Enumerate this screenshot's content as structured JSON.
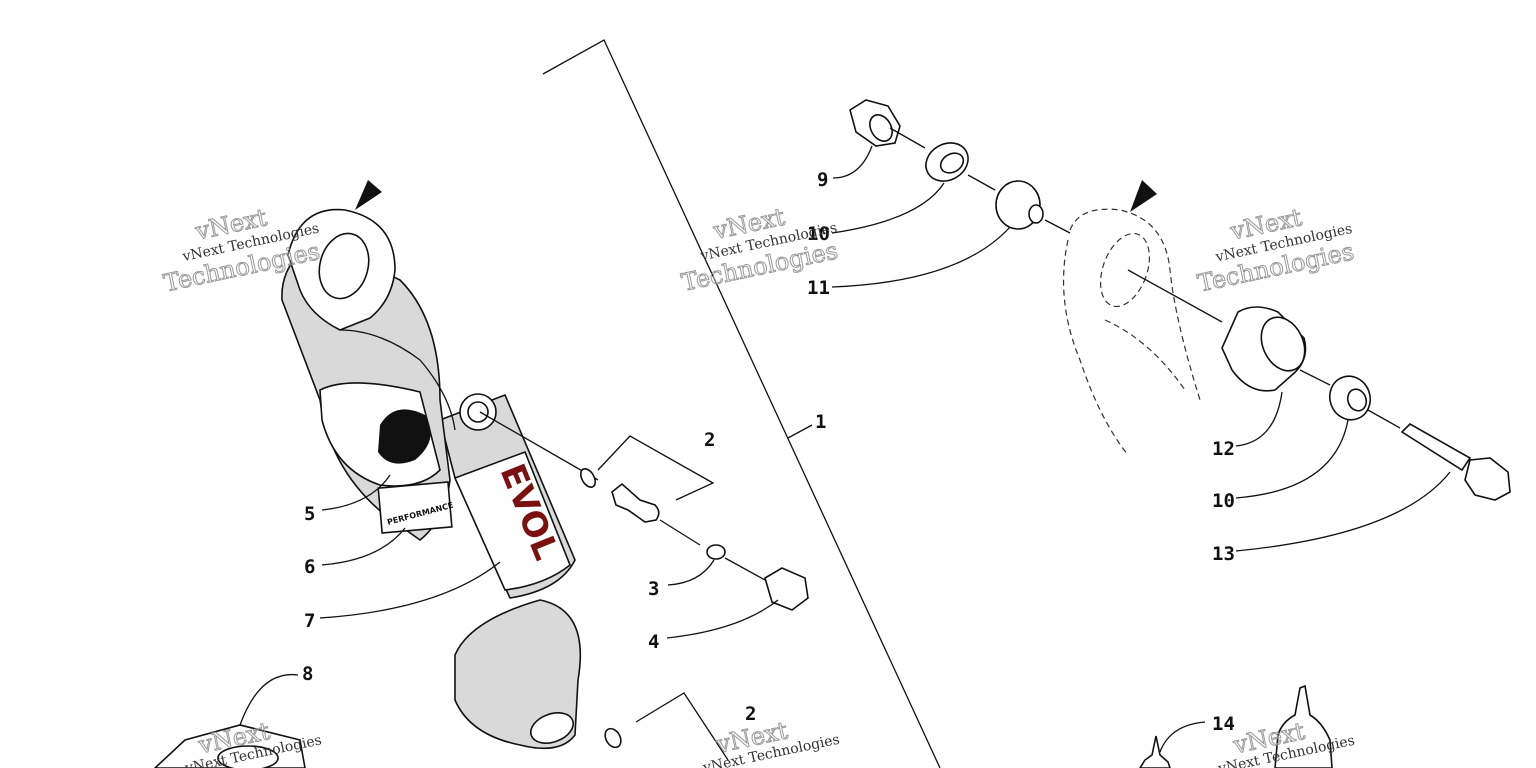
{
  "callouts": [
    {
      "id": "c1",
      "label": "1"
    },
    {
      "id": "c2a",
      "label": "2"
    },
    {
      "id": "c2b",
      "label": "2"
    },
    {
      "id": "c3",
      "label": "3"
    },
    {
      "id": "c4",
      "label": "4"
    },
    {
      "id": "c5",
      "label": "5"
    },
    {
      "id": "c6",
      "label": "6"
    },
    {
      "id": "c7",
      "label": "7"
    },
    {
      "id": "c8",
      "label": "8"
    },
    {
      "id": "c9",
      "label": "9"
    },
    {
      "id": "c10a",
      "label": "10"
    },
    {
      "id": "c10b",
      "label": "10"
    },
    {
      "id": "c11",
      "label": "11"
    },
    {
      "id": "c12",
      "label": "12"
    },
    {
      "id": "c13",
      "label": "13"
    },
    {
      "id": "c14",
      "label": "14"
    }
  ],
  "watermark": {
    "line1": "vNext",
    "line2": "vNext Technologies",
    "line3": "Technologies"
  },
  "shock_text": {
    "brand": "EVOL",
    "band": "PERFORMANCE"
  },
  "colors": {
    "ink": "#111111",
    "body_grey": "#d9d9d9",
    "label_red": "#7a1010"
  }
}
